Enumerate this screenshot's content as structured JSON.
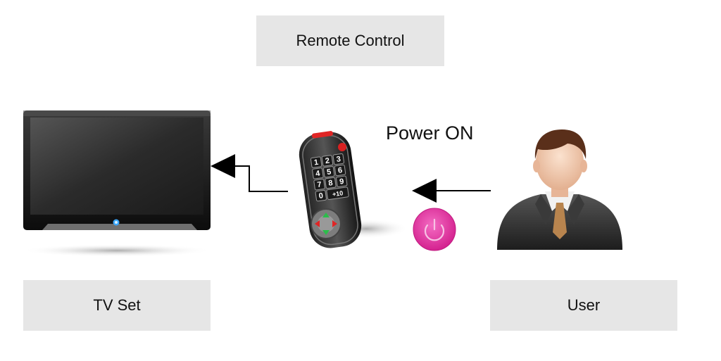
{
  "labels": {
    "remote_control": "Remote Control",
    "tv_set": "TV Set",
    "user": "User"
  },
  "action": {
    "text": "Power ON"
  },
  "remote_keys": [
    "1",
    "2",
    "3",
    "4",
    "5",
    "6",
    "7",
    "8",
    "9",
    "0",
    "+10"
  ],
  "icons": {
    "tv": "television-icon",
    "remote": "remote-control-icon",
    "power": "power-icon",
    "user": "user-icon"
  },
  "colors": {
    "power_button": "#e0399f",
    "label_bg": "#e6e6e6",
    "arrow": "#000000"
  }
}
